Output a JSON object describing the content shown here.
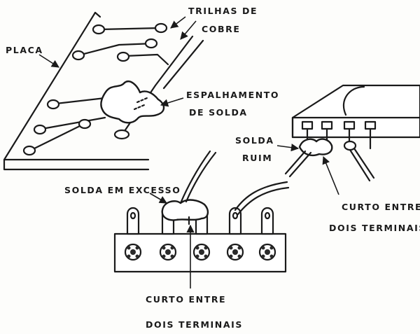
{
  "labels": {
    "trilhas_line1": "TRILHAS  DE",
    "trilhas_line2": "COBRE",
    "placa": "PLACA",
    "espalhamento_line1": "ESPALHAMENTO",
    "espalhamento_line2": "DE  SOLDA",
    "solda_ruim_line1": "SOLDA",
    "solda_ruim_line2": "RUIM",
    "solda_excesso": "SOLDA EM EXCESSO",
    "curto_right_line1": "CURTO  ENTRE",
    "curto_right_line2": "DOIS  TERMINAIS",
    "curto_bottom_line1": "CURTO  ENTRE",
    "curto_bottom_line2": "DOIS  TERMINAIS"
  }
}
